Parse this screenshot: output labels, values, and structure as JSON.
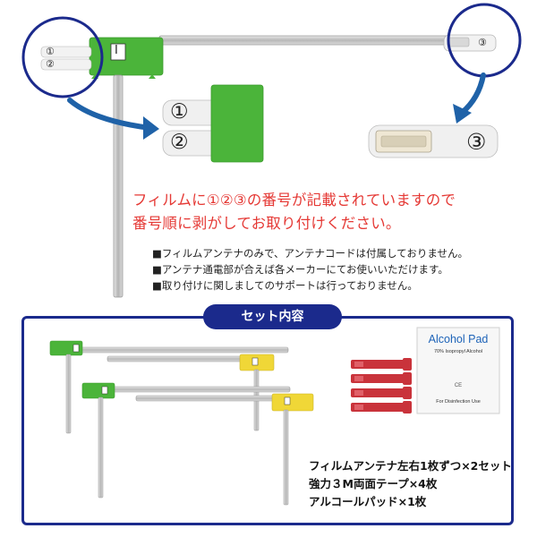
{
  "colors": {
    "green": "#4bb43a",
    "yellow": "#f0d737",
    "navy": "#1b2a8c",
    "red_text": "#e53935",
    "arrow": "#1f62a8",
    "silver": "#c8c8c8",
    "tape_red": "#c9333b",
    "pad_blue": "#1d63b8"
  },
  "markers": {
    "one": "①",
    "two": "②",
    "three": "③",
    "antenna_tab": "I"
  },
  "instruction": {
    "line1": "フィルムに①②③の番号が記載されていますので",
    "line2": "番号順に剥がしてお取り付けください。"
  },
  "notes": [
    "■フィルムアンテナのみで、アンテナコードは付属しておりません。",
    "■アンテナ通電部が合えば各メーカーにてお使いいただけます。",
    "■取り付けに関しましてのサポートは行っておりません。"
  ],
  "set_section": {
    "title": "セット内容",
    "contents": [
      "フィルムアンテナ左右1枚ずつ×2セット",
      "強力３M両面テープ×4枚",
      "アルコールパッド×1枚"
    ],
    "alcohol_pad": {
      "title": "Alcohol Pad",
      "subtitle": "70% Isopropyl Alcohol",
      "mark": "CE",
      "footer": "For Disinfection Use"
    }
  },
  "icons": [
    "magnify-circle-icon",
    "curved-arrow-icon",
    "antenna-illustration",
    "tape-strip-icon",
    "alcohol-pad-icon"
  ]
}
